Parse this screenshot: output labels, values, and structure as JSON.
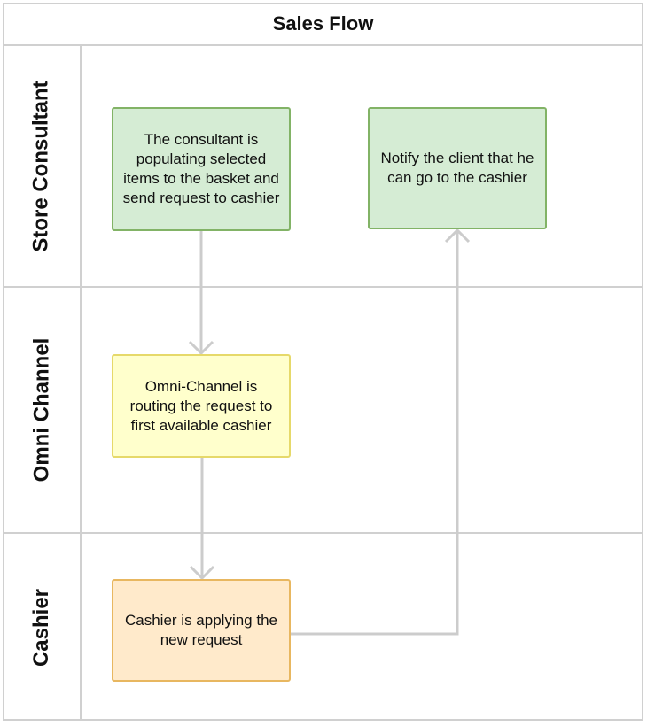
{
  "title": "Sales Flow",
  "lanes": [
    {
      "label": "Store Consultant"
    },
    {
      "label": "Omni Channel"
    },
    {
      "label": "Cashier"
    }
  ],
  "nodes": {
    "consultant_populate": "The consultant is populating selected items to the basket and send request to cashier",
    "notify_client": "Notify the client that he can go to the cashier",
    "omni_routing": "Omni-Channel is routing the request to first available cashier",
    "cashier_apply": "Cashier is applying the new request"
  },
  "colors": {
    "lane_border": "#d0d0d0",
    "connector": "#cccccc",
    "green_fill": "#d5ecd4",
    "green_stroke": "#82b366",
    "yellow_fill": "#ffffcc",
    "yellow_stroke": "#e6d96a",
    "orange_fill": "#ffeacb",
    "orange_stroke": "#e8b760"
  },
  "edges": [
    {
      "from": "consultant_populate",
      "to": "omni_routing"
    },
    {
      "from": "omni_routing",
      "to": "cashier_apply"
    },
    {
      "from": "cashier_apply",
      "to": "notify_client"
    }
  ]
}
